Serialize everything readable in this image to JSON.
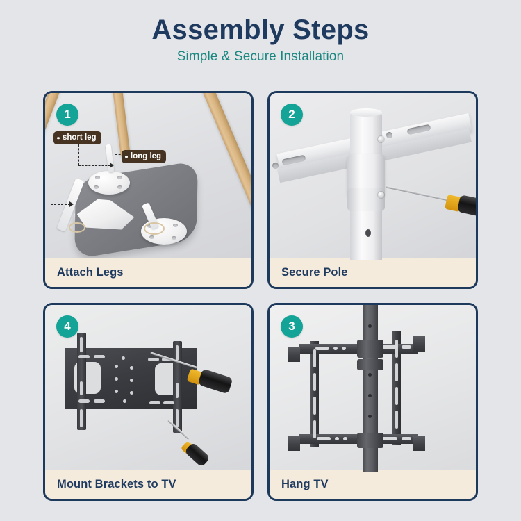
{
  "header": {
    "title": "Assembly Steps",
    "subtitle": "Simple & Secure Installation"
  },
  "colors": {
    "background": "#e4e5e9",
    "title": "#1f3a5f",
    "subtitle": "#19877f",
    "panel_border": "#1d3a5c",
    "badge": "#14a397",
    "caption_bg": "#f5ebdd",
    "caption_text": "#1f3a5f",
    "pill_bg": "#473321",
    "bracket": "#3a3c41",
    "wood_leg": "#d9b582",
    "driver_handle": "#f0b92c"
  },
  "panels": [
    {
      "step": "1",
      "caption": "Attach Legs",
      "callouts": [
        {
          "label": "short leg"
        },
        {
          "label": "long leg"
        }
      ]
    },
    {
      "step": "2",
      "caption": "Secure Pole",
      "callouts": []
    },
    {
      "step": "4",
      "caption": "Mount Brackets to TV",
      "callouts": []
    },
    {
      "step": "3",
      "caption": "Hang TV",
      "callouts": []
    }
  ]
}
